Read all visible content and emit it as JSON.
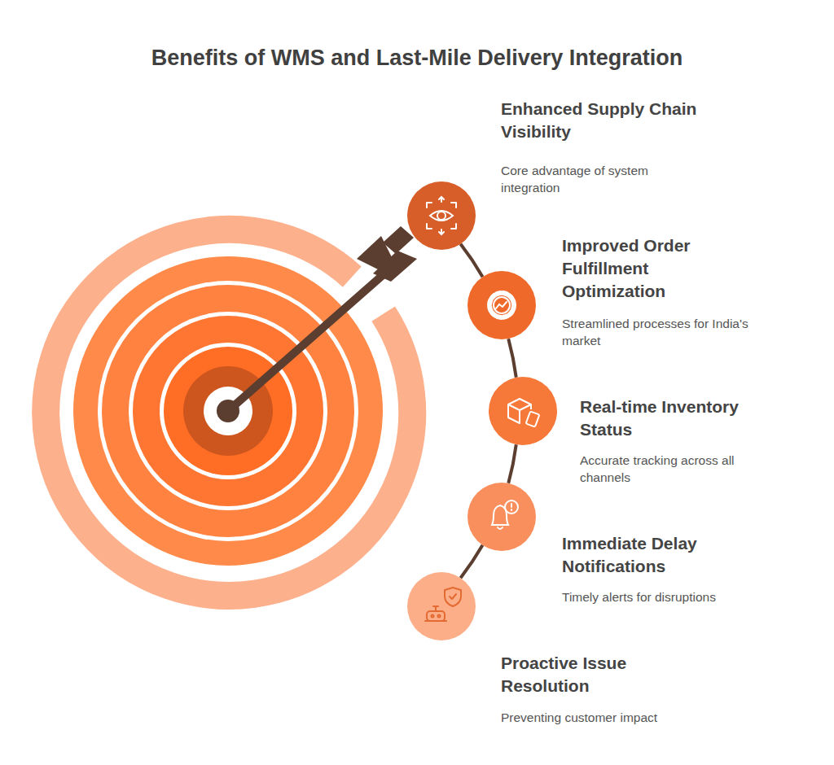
{
  "diagram": {
    "title": "Benefits of WMS and Last-Mile Delivery Integration",
    "nodes": [
      {
        "text": [
          "Enhanced Supply Chain Visibility",
          "Core advantage of system integration"
        ]
      },
      {
        "text": [
          "Improved Order Fulfillment Optimization",
          "Streamlined processes for India's market"
        ]
      },
      {
        "text": [
          "Real-time Inventory Status",
          "Accurate tracking across all channels"
        ]
      },
      {
        "text": [
          "Immediate Delay Notifications",
          "Timely alerts for disruptions"
        ]
      },
      {
        "text": [
          "Proactive Issue Resolution",
          "Preventing customer impact"
        ]
      }
    ],
    "edges": [
      {
        "from": 0,
        "to": 1,
        "arrow": "none"
      },
      {
        "from": 1,
        "to": 2,
        "arrow": "none"
      },
      {
        "from": 2,
        "to": 3,
        "arrow": "none"
      },
      {
        "from": 3,
        "to": 4,
        "arrow": "none"
      }
    ]
  }
}
